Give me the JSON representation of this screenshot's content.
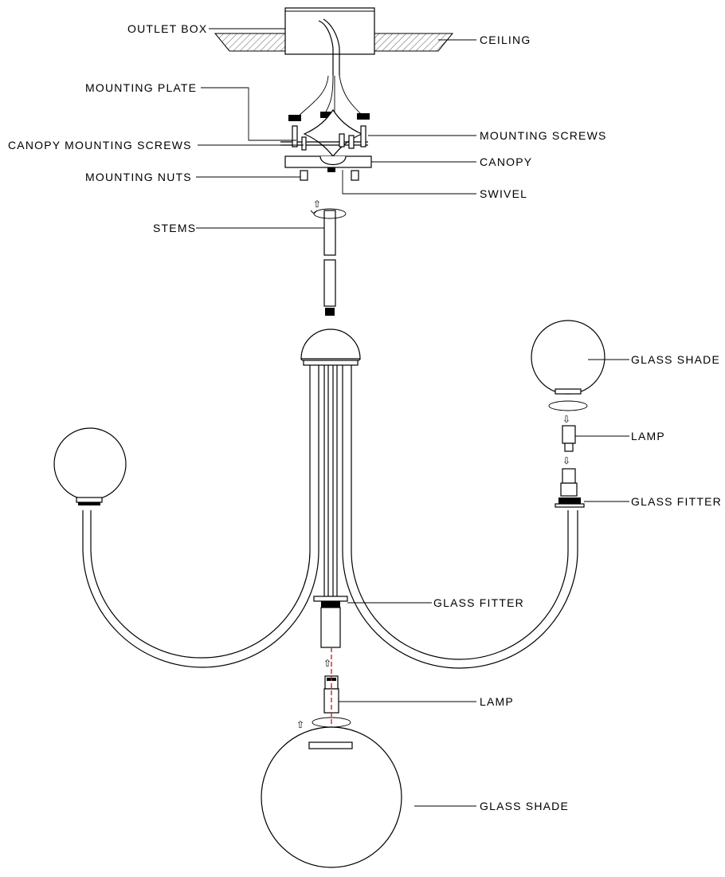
{
  "labels": {
    "outlet_box": "OUTLET BOX",
    "ceiling": "CEILING",
    "mounting_plate": "MOUNTING PLATE",
    "mounting_screws": "MOUNTING SCREWS",
    "canopy_mounting_screws": "CANOPY MOUNTING SCREWS",
    "canopy": "CANOPY",
    "mounting_nuts": "MOUNTING NUTS",
    "swivel": "SWIVEL",
    "stems": "STEMS",
    "glass_shade_top": "GLASS SHADE",
    "lamp_right": "LAMP",
    "glass_fitter_right": "GLASS FITTER",
    "glass_fitter_center": "GLASS FITTER",
    "lamp_center": "LAMP",
    "glass_shade_bottom": "GLASS SHADE"
  },
  "colors": {
    "line": "#000000",
    "axis": "#d9201a",
    "ceiling_hatch": "#555555"
  }
}
